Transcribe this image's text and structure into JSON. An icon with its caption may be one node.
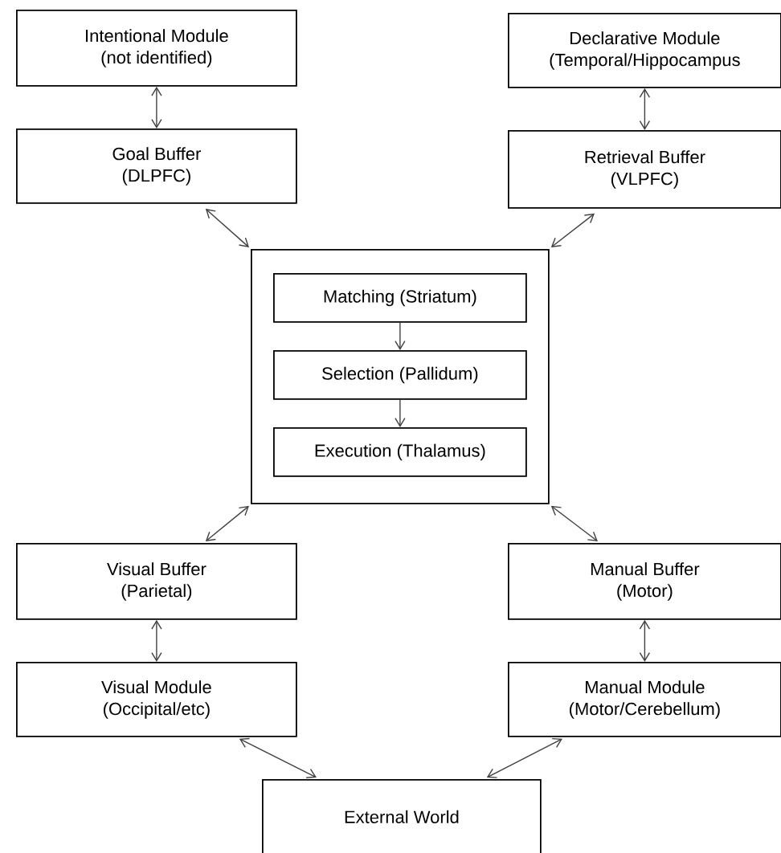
{
  "diagram": {
    "nodes": [
      {
        "text": [
          "Intentional Module",
          "(not identified)"
        ]
      },
      {
        "text": [
          "Declarative Module",
          "(Temporal/Hippocampus"
        ]
      },
      {
        "text": [
          "Goal Buffer",
          "(DLPFC)"
        ]
      },
      {
        "text": [
          "Retrieval Buffer",
          "(VLPFC)"
        ]
      },
      {
        "text": [],
        "shape": "box"
      },
      {
        "text": [
          "Matching (Striatum)"
        ],
        "in": 4
      },
      {
        "text": [
          "Selection (Pallidum)"
        ],
        "in": 4
      },
      {
        "text": [
          "Execution (Thalamus)"
        ],
        "in": 4
      },
      {
        "text": [
          "Visual Buffer",
          "(Parietal)"
        ]
      },
      {
        "text": [
          "Manual Buffer",
          "(Motor)"
        ]
      },
      {
        "text": [
          "Visual Module",
          "(Occipital/etc)"
        ]
      },
      {
        "text": [
          "Manual Module",
          "(Motor/Cerebellum)"
        ]
      },
      {
        "text": [
          "External World"
        ]
      }
    ],
    "edges": [
      {
        "from": 0,
        "to": 2,
        "arrow": "both"
      },
      {
        "from": 1,
        "to": 3,
        "arrow": "both"
      },
      {
        "from": 2,
        "to": 4,
        "arrow": "both"
      },
      {
        "from": 3,
        "to": 4,
        "arrow": "both"
      },
      {
        "from": 5,
        "to": 6,
        "arrow": "to"
      },
      {
        "from": 6,
        "to": 7,
        "arrow": "to"
      },
      {
        "from": 4,
        "to": 8,
        "arrow": "both"
      },
      {
        "from": 4,
        "to": 9,
        "arrow": "both"
      },
      {
        "from": 8,
        "to": 10,
        "arrow": "both"
      },
      {
        "from": 9,
        "to": 11,
        "arrow": "both"
      },
      {
        "from": 10,
        "to": 12,
        "arrow": "both"
      },
      {
        "from": 11,
        "to": 12,
        "arrow": "both"
      }
    ]
  }
}
